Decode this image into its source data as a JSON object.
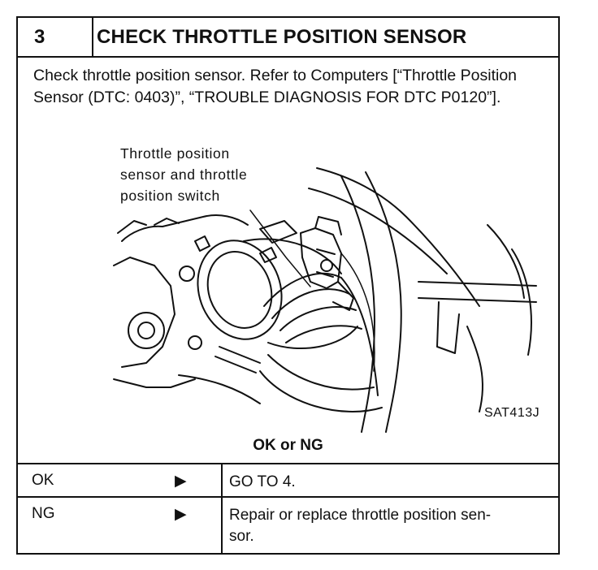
{
  "header": {
    "step_number": "3",
    "title": "CHECK THROTTLE POSITION SENSOR"
  },
  "description": "Check throttle position sensor. Refer to Computers [“Throttle Position Sensor (DTC: 0403)”, “TROUBLE DIAGNOSIS FOR DTC P0120”].",
  "figure": {
    "callout": "Throttle position\nsensor and throttle\nposition switch",
    "code": "SAT413J"
  },
  "result_label": "OK or NG",
  "results": [
    {
      "status": "OK",
      "action": "GO TO 4."
    },
    {
      "status": "NG",
      "action": "Repair or replace throttle position sen-\nsor."
    }
  ],
  "icons": {
    "arrow": "right-triangle-icon"
  }
}
